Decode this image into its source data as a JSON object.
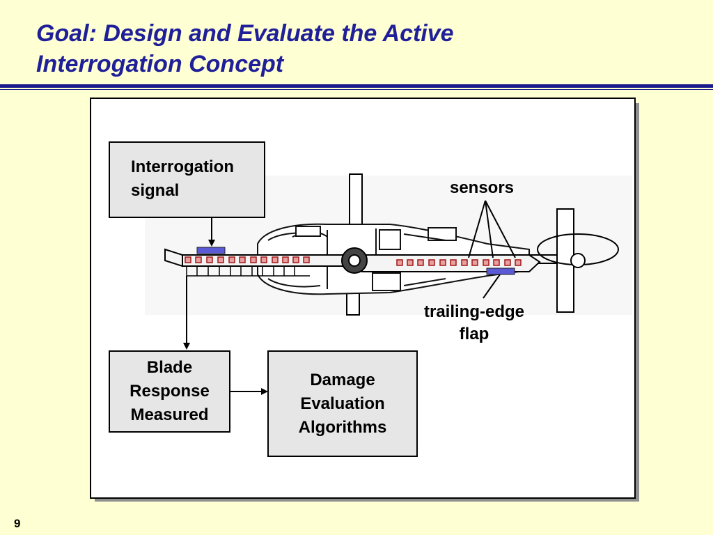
{
  "slide": {
    "title_line1": "Goal: Design and Evaluate the Active",
    "title_line2": "Interrogation Concept",
    "page_number": "9"
  },
  "diagram": {
    "signal_box": {
      "line1": "Interrogation",
      "line2": "signal"
    },
    "sensors_label": "sensors",
    "flap_label_line1": "trailing-edge",
    "flap_label_line2": "flap",
    "blade_box": {
      "line1": "Blade",
      "line2": "Response",
      "line3": "Measured"
    },
    "damage_box": {
      "line1": "Damage",
      "line2": "Evaluation",
      "line3": "Algorithms"
    },
    "colors": {
      "sensor_fill": "#e8a0a0",
      "sensor_stroke": "#a01818",
      "actuator": "#5a5ad6",
      "title": "#1f1f99",
      "background": "#ffffd4"
    }
  }
}
